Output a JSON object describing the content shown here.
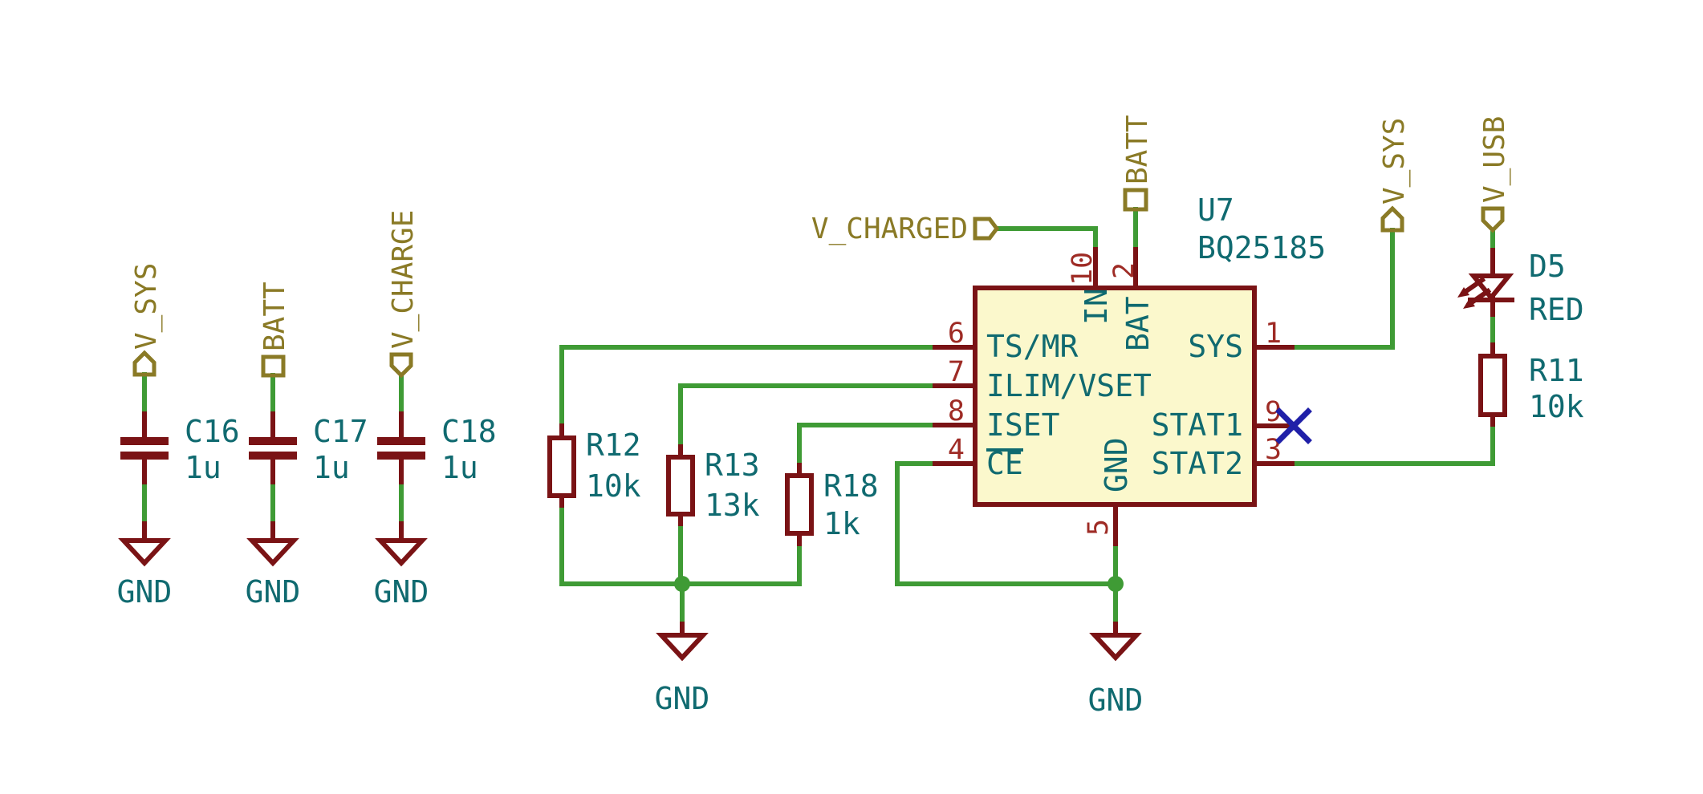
{
  "colors": {
    "background": "#FFFFFF",
    "wire_green": "#3F9B35",
    "device_maroon": "#7A1315",
    "pin_number_red": "#9E2B25",
    "text_teal": "#106A70",
    "power_olive": "#8A7A26",
    "noconnect_blue": "#2020A8",
    "ic_fill_cream": "#FBF8CC"
  },
  "components": {
    "capacitors": [
      {
        "ref": "C16",
        "value": "1u"
      },
      {
        "ref": "C17",
        "value": "1u"
      },
      {
        "ref": "C18",
        "value": "1u"
      }
    ],
    "resistors": [
      {
        "ref": "R12",
        "value": "10k"
      },
      {
        "ref": "R13",
        "value": "13k"
      },
      {
        "ref": "R18",
        "value": "1k"
      },
      {
        "ref": "R11",
        "value": "10k"
      }
    ],
    "led": {
      "ref": "D5",
      "value": "RED"
    },
    "ic": {
      "ref": "U7",
      "value": "BQ25185"
    }
  },
  "ic_pins": {
    "left": [
      {
        "num": "6",
        "name": "TS/MR"
      },
      {
        "num": "7",
        "name": "ILIM/VSET"
      },
      {
        "num": "8",
        "name": "ISET"
      },
      {
        "num": "4",
        "name": "CE"
      }
    ],
    "right": [
      {
        "num": "1",
        "name": "SYS"
      },
      {
        "num": "9",
        "name": "STAT1"
      },
      {
        "num": "3",
        "name": "STAT2"
      }
    ],
    "top": [
      {
        "num": "10",
        "name": "IN"
      },
      {
        "num": "2",
        "name": "BAT"
      }
    ],
    "bottom": [
      {
        "num": "5",
        "name": "GND"
      }
    ]
  },
  "power_flags": {
    "left_vsys": "V_SYS",
    "left_batt": "BATT",
    "left_vcharge": "V_CHARGE",
    "top_batt": "BATT",
    "top_vsys": "V_SYS",
    "top_vusb": "V_USB"
  },
  "net_labels": {
    "v_charged": "V_CHARGED"
  },
  "ground_labels": [
    "GND",
    "GND",
    "GND",
    "GND",
    "GND"
  ]
}
